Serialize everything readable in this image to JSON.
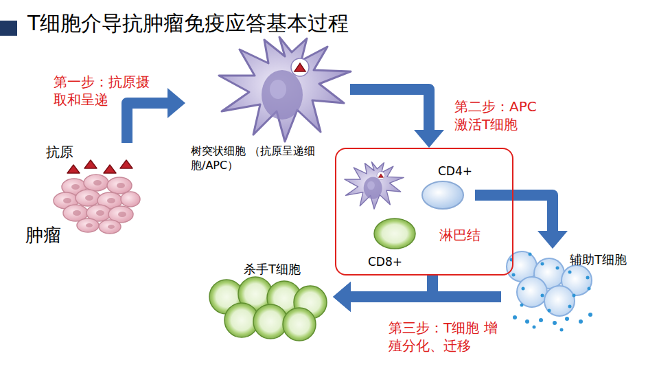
{
  "diagram": {
    "title": "T细胞介导抗肿瘤免疫应答基本过程",
    "nodes": [
      {
        "text": [
          "抗原",
          "肿瘤"
        ]
      },
      {
        "text": [
          "树突状细胞 （抗原呈递细胞/APC）"
        ]
      },
      {
        "text": [
          "淋巴结"
        ]
      },
      {
        "text": [
          "CD4+"
        ],
        "in": 2
      },
      {
        "text": [
          "CD8+"
        ],
        "in": 2
      },
      {
        "text": [
          "辅助T细胞"
        ]
      },
      {
        "text": [
          "杀手T细胞"
        ]
      }
    ],
    "edges": [
      {
        "from": 0,
        "to": 1,
        "arrow": "to",
        "label": "第一步：抗原摄 取和呈递"
      },
      {
        "from": 1,
        "to": 2,
        "arrow": "to",
        "label": "第二步：APC 激活T细胞"
      },
      {
        "from": 3,
        "to": 5,
        "arrow": "to"
      },
      {
        "from": 2,
        "to": 6,
        "arrow": "to",
        "label": "第三步：T细胞 增殖分化、迁移"
      },
      {
        "from": 5,
        "to": 6,
        "arrow": "to"
      }
    ]
  }
}
